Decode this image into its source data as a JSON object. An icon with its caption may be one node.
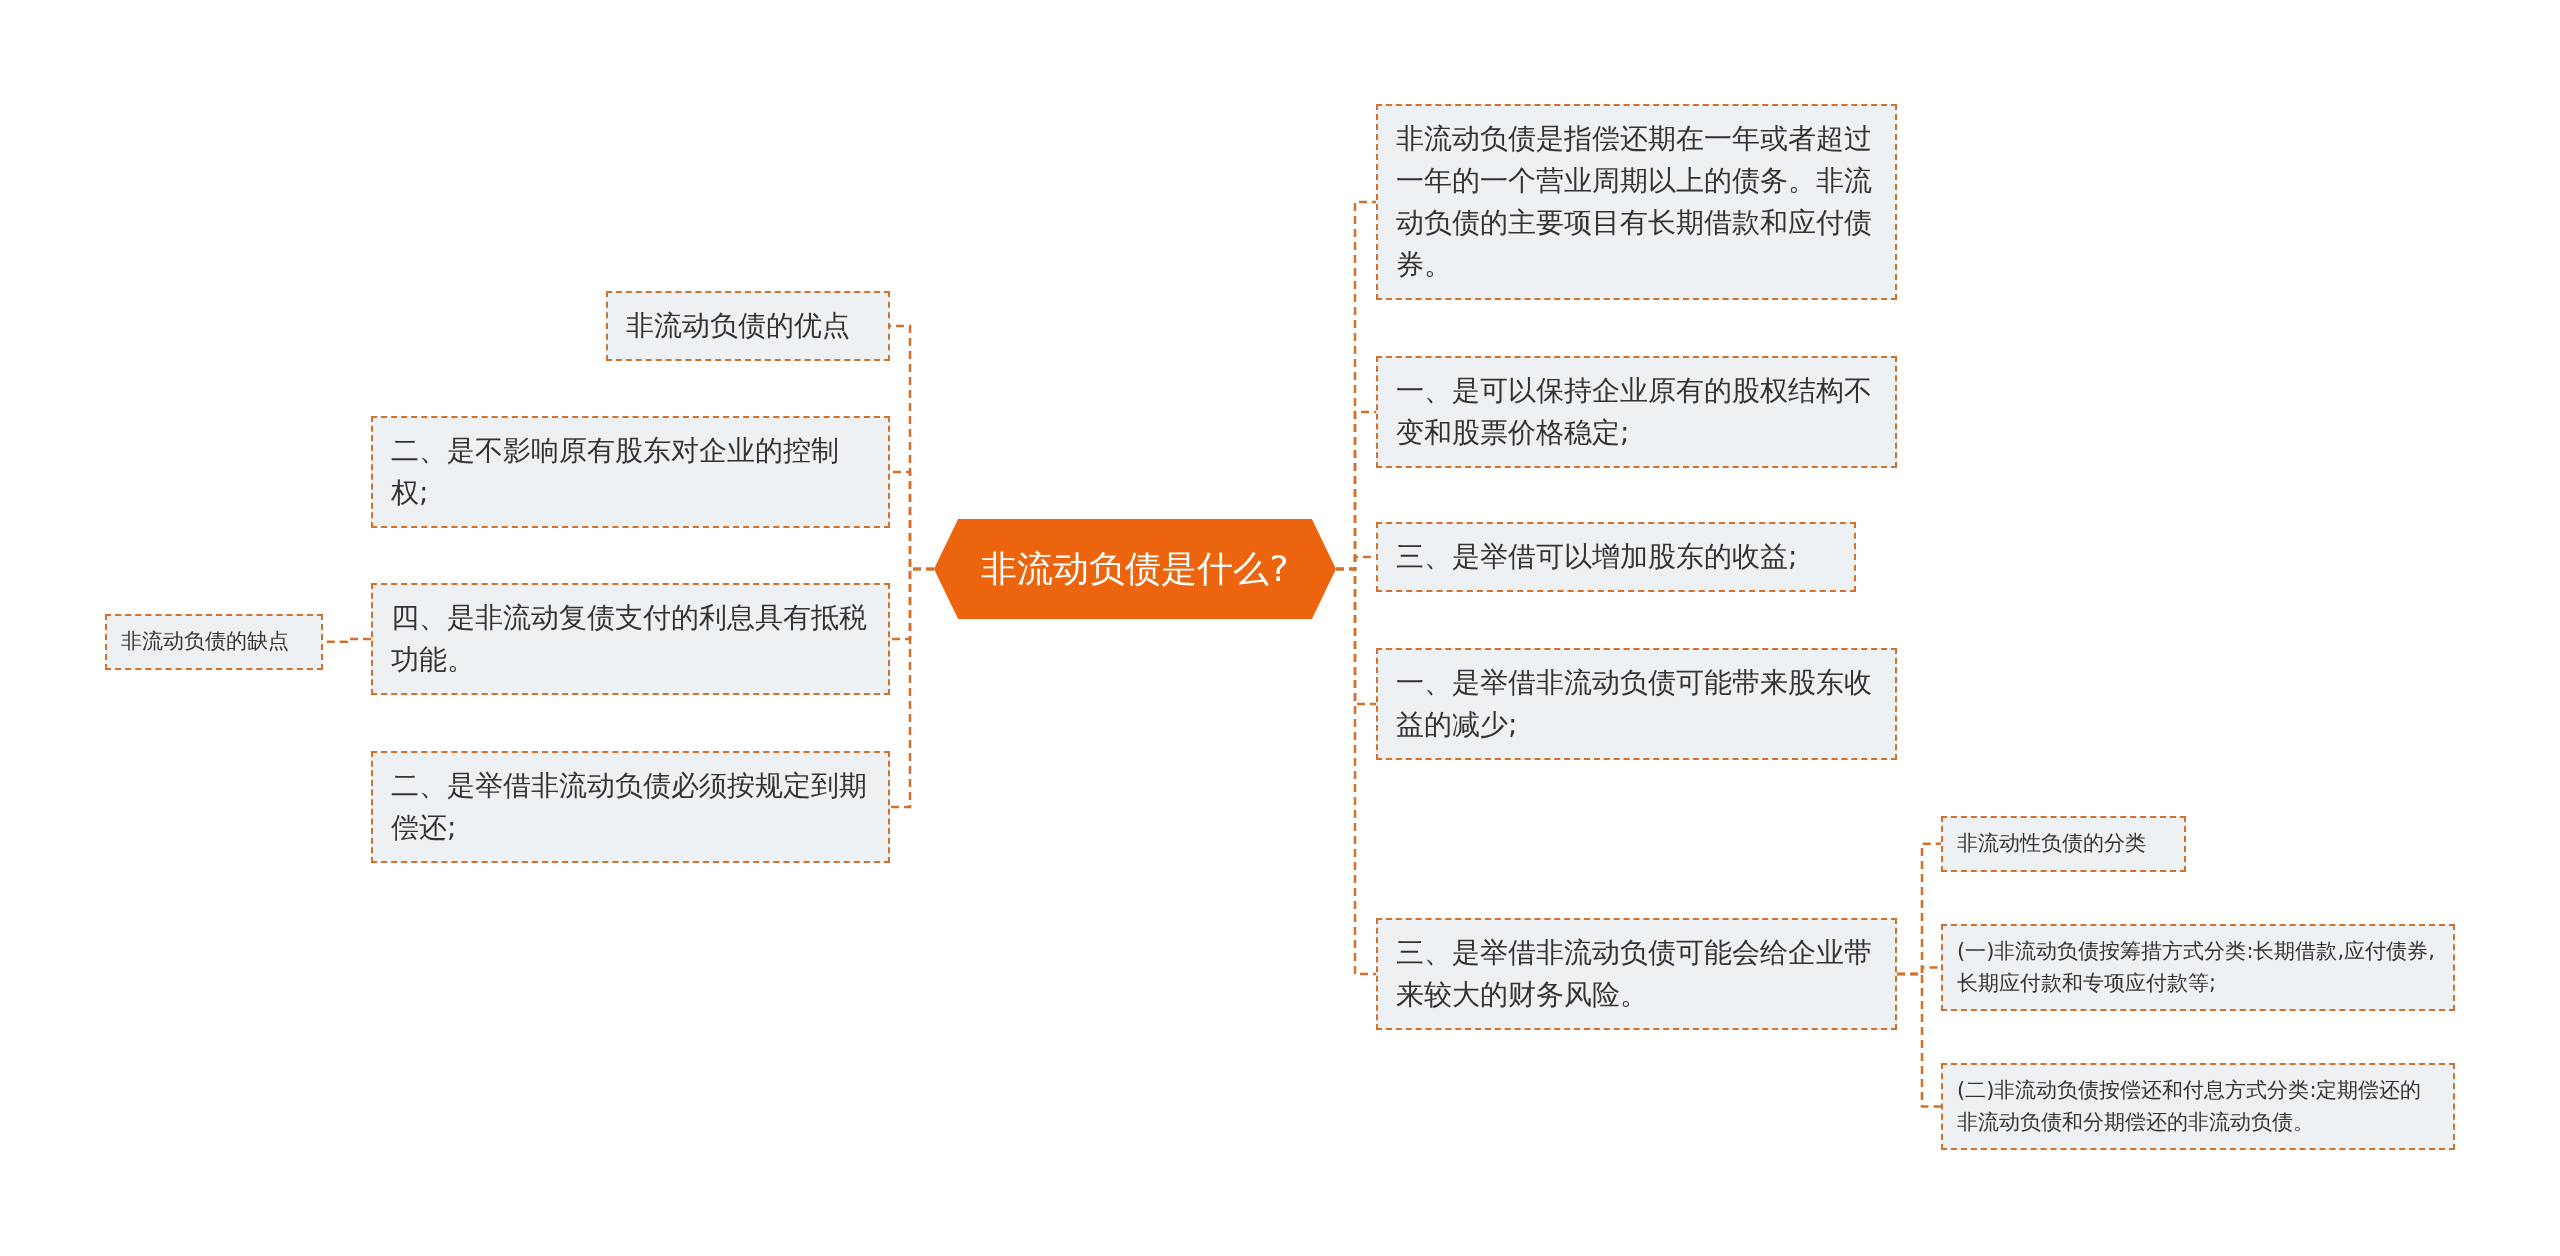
{
  "diagram": {
    "nodes": [
      {
        "text": [
          "非流动负债是什么?"
        ]
      },
      {
        "text": [
          "非流动负债的优点"
        ]
      },
      {
        "text": [
          "二、是不影响原有股东对企业的控制权;"
        ]
      },
      {
        "text": [
          "四、是非流动复债支付的利息具有抵税功能。"
        ]
      },
      {
        "text": [
          "非流动负债的缺点"
        ]
      },
      {
        "text": [
          "二、是举借非流动负债必须按规定到期偿还;"
        ]
      },
      {
        "text": [
          "非流动负债是指偿还期在一年或者超过一年的一个营业周期以上的债务。非流动负债的主要项目有长期借款和应付债券。"
        ]
      },
      {
        "text": [
          "一、是可以保持企业原有的股权结构不变和股票价格稳定;"
        ]
      },
      {
        "text": [
          "三、是举借可以增加股东的收益;"
        ]
      },
      {
        "text": [
          "一、是举借非流动负债可能带来股东收益的减少;"
        ]
      },
      {
        "text": [
          "三、是举借非流动负债可能会给企业带来较大的财务风险。"
        ]
      },
      {
        "text": [
          "非流动性负债的分类"
        ]
      },
      {
        "text": [
          "(一)非流动负债按筹措方式分类:长期借款,应付债券,长期应付款和专项应付款等;"
        ]
      },
      {
        "text": [
          "(二)非流动负债按偿还和付息方式分类:定期偿还的非流动负债和分期偿还的非流动负债。"
        ]
      }
    ],
    "edges": [
      {
        "from": 0,
        "to": 1,
        "arrow": "none"
      },
      {
        "from": 0,
        "to": 2,
        "arrow": "none"
      },
      {
        "from": 0,
        "to": 3,
        "arrow": "none"
      },
      {
        "from": 3,
        "to": 4,
        "arrow": "none"
      },
      {
        "from": 0,
        "to": 5,
        "arrow": "none"
      },
      {
        "from": 0,
        "to": 6,
        "arrow": "none"
      },
      {
        "from": 0,
        "to": 7,
        "arrow": "none"
      },
      {
        "from": 0,
        "to": 8,
        "arrow": "none"
      },
      {
        "from": 0,
        "to": 9,
        "arrow": "none"
      },
      {
        "from": 0,
        "to": 10,
        "arrow": "none"
      },
      {
        "from": 10,
        "to": 11,
        "arrow": "none"
      },
      {
        "from": 10,
        "to": 12,
        "arrow": "none"
      },
      {
        "from": 10,
        "to": 13,
        "arrow": "none"
      }
    ]
  }
}
